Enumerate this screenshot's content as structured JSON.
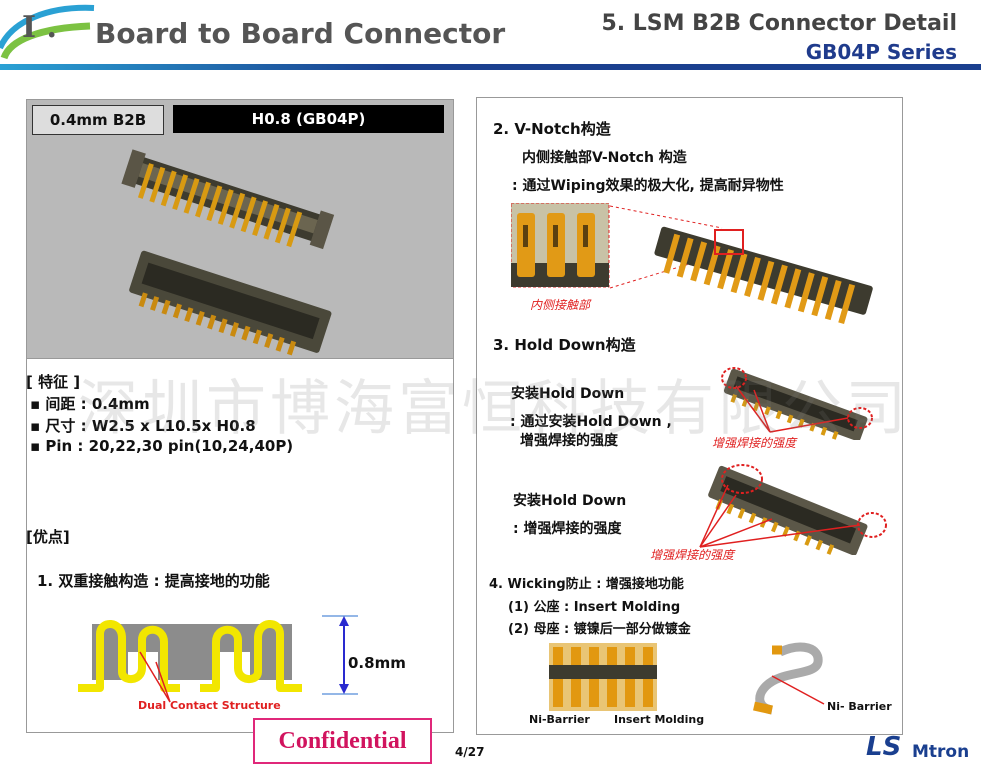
{
  "header": {
    "roman": "I .",
    "title": "Board to Board Connector",
    "subtitle_line1": "5. LSM B2B Connector Detail",
    "subtitle_line2": "GB04P Series"
  },
  "left_panel": {
    "tag_pitch": "0.4mm B2B",
    "tag_model": "H0.8 (GB04P)",
    "features_heading": "[ 特征 ]",
    "features": [
      "▪ 间距 : 0.4mm",
      "▪ 尺寸 : W2.5 x L10.5x H0.8",
      "▪ Pin : 20,22,30 pin(10,24,40P)"
    ],
    "advantages_heading": "[优点]",
    "advantage_1": "1. 双重接触构造 : 提高接地的功能",
    "diagram_height_label": "0.8mm",
    "diagram_caption": "Dual Contact Structure"
  },
  "right_panel": {
    "vnotch_heading": "2. V-Notch构造",
    "vnotch_line1": "内侧接触部V-Notch 构造",
    "vnotch_line2": ": 通过Wiping效果的极大化, 提高耐异物性",
    "vnotch_caption": "内侧接触部",
    "hold_heading": "3. Hold Down构造",
    "hold_a_title": "安装Hold Down",
    "hold_a_line1": ": 通过安装Hold Down ,",
    "hold_a_line2": "增强焊接的强度",
    "hold_a_caption": "增强焊接的强度",
    "hold_b_title": "安装Hold Down",
    "hold_b_line1": ": 增强焊接的强度",
    "hold_b_caption": "增强焊接的强度",
    "wicking_heading": "4. Wicking防止 : 增强接地功能",
    "wicking_1": "(1) 公座 : Insert Molding",
    "wicking_2": "(2) 母座 : 镀镍后一部分做镀金",
    "label_ni_barrier_1": "Ni-Barrier",
    "label_insert_molding": "Insert Molding",
    "label_ni_barrier_2": "Ni- Barrier"
  },
  "footer": {
    "confidential": "Confidential",
    "page": "4/27",
    "logo_ls": "LS",
    "logo_mtron": "Mtron"
  },
  "watermark": "深圳市博海富恒科技有限公司"
}
